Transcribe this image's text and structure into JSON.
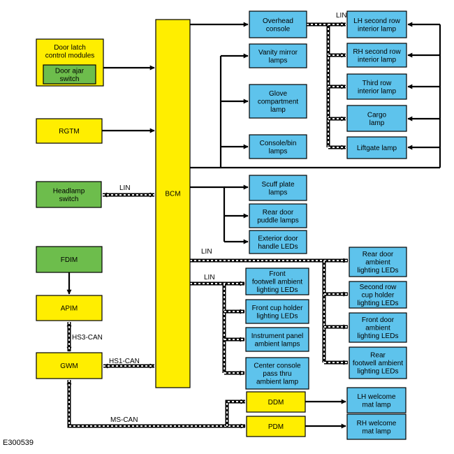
{
  "figure_id": "E300539",
  "colors": {
    "yellow": "#ffee00",
    "green": "#6dbd4c",
    "blue": "#5ec3ec",
    "line": "#000000"
  },
  "boxes": {
    "door_latch": "Door latch\ncontrol modules",
    "door_ajar": "Door ajar\nswitch",
    "rgtm": "RGTM",
    "headlamp": "Headlamp\nswitch",
    "fdim": "FDIM",
    "apim": "APIM",
    "gwm": "GWM",
    "bcm": "BCM",
    "overhead": "Overhead\nconsole",
    "vanity": "Vanity mirror\nlamps",
    "glove": "Glove\ncompartment\nlamp",
    "console_bin": "Console/bin\nlamps",
    "lh_second": "LH second row\ninterior lamp",
    "rh_second": "RH second row\ninterior lamp",
    "third_row": "Third row\ninterior lamp",
    "cargo": "Cargo\nlamp",
    "liftgate": "Liftgate lamp",
    "scuff": "Scuff plate\nlamps",
    "rear_puddle": "Rear door\npuddle lamps",
    "ext_handle": "Exterior door\nhandle LEDs",
    "front_footwell": "Front\nfootwell ambient\nlighting LEDs",
    "front_cup": "Front cup holder\nlighting LEDs",
    "ip_ambient": "Instrument panel\nambient lamps",
    "center_console": "Center console\npass thru\nambient lamp",
    "rear_door_ambient": "Rear door\nambient\nlighting LEDs",
    "second_cup": "Second row\ncup holder\nlighting LEDs",
    "front_door_ambient": "Front door\nambient\nlighting LEDs",
    "rear_footwell": "Rear\nfootwell ambient\nlighting LEDs",
    "ddm": "DDM",
    "pdm": "PDM",
    "lh_welcome": "LH welcome\nmat lamp",
    "rh_welcome": "RH welcome\nmat lamp"
  },
  "labels": {
    "lin_overhead": "LIN",
    "lin_headlamp": "LIN",
    "lin_rear": "LIN",
    "lin_front": "LIN",
    "hs3_can": "HS3-CAN",
    "hs1_can": "HS1-CAN",
    "ms_can": "MS-CAN"
  }
}
